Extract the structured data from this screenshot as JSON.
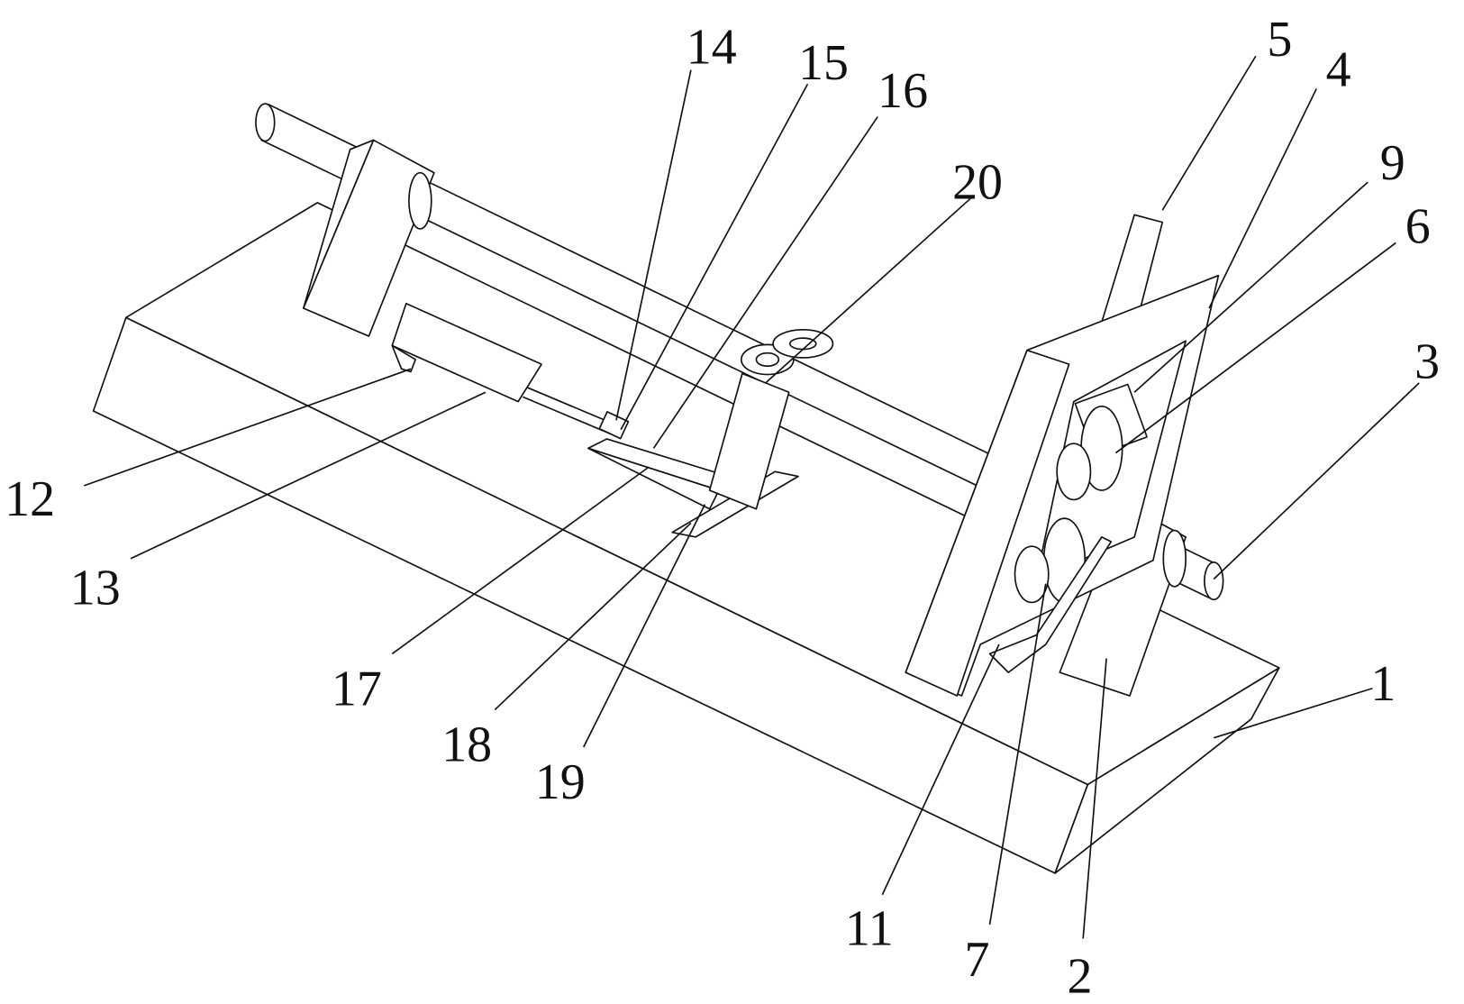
{
  "figure": {
    "labels": [
      {
        "id": "1",
        "text": "1"
      },
      {
        "id": "2",
        "text": "2"
      },
      {
        "id": "3",
        "text": "3"
      },
      {
        "id": "4",
        "text": "4"
      },
      {
        "id": "5",
        "text": "5"
      },
      {
        "id": "6",
        "text": "6"
      },
      {
        "id": "7",
        "text": "7"
      },
      {
        "id": "9",
        "text": "9"
      },
      {
        "id": "11",
        "text": "11"
      },
      {
        "id": "12",
        "text": "12"
      },
      {
        "id": "13",
        "text": "13"
      },
      {
        "id": "14",
        "text": "14"
      },
      {
        "id": "15",
        "text": "15"
      },
      {
        "id": "16",
        "text": "16"
      },
      {
        "id": "17",
        "text": "17"
      },
      {
        "id": "18",
        "text": "18"
      },
      {
        "id": "19",
        "text": "19"
      },
      {
        "id": "20",
        "text": "20"
      }
    ]
  }
}
